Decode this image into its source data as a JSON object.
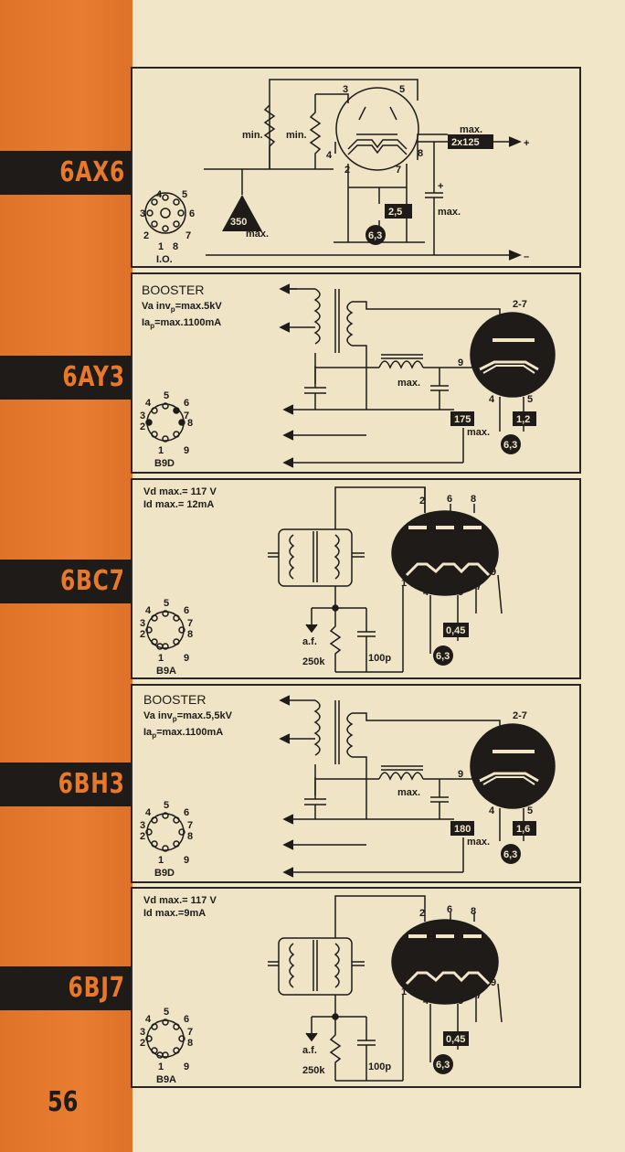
{
  "page_number": "56",
  "tubes": [
    {
      "name": "6AX6",
      "base": "I.O.",
      "pins": [
        "1",
        "2",
        "3",
        "4",
        "5",
        "6",
        "7",
        "8"
      ],
      "labels": {
        "anode_a": "3",
        "anode_b": "5",
        "pin4": "4",
        "pin2": "2",
        "pin7": "7",
        "pin8": "8",
        "min1": "min.",
        "min2": "min.",
        "max_out": "max.",
        "out_value": "2x125",
        "plus": "+",
        "minus": "–",
        "cap_plus": "+",
        "cap_max": "max.",
        "heater_v": "6,3",
        "heater_a": "2,5",
        "diode_v": "350",
        "diode_max": "max."
      }
    },
    {
      "name": "6AY3",
      "base": "B9D",
      "pins": [
        "1",
        "2",
        "3",
        "4",
        "5",
        "6",
        "7",
        "8",
        "9"
      ],
      "texts": {
        "title": "BOOSTER",
        "line1_a": "Va inv",
        "line1_sub": "p",
        "line1_b": "=max.5kV",
        "line2_a": "Ia",
        "line2_sub": "p",
        "line2_b": "=max.1100mA"
      },
      "labels": {
        "anode": "2-7",
        "cathode": "9",
        "pin4": "4",
        "pin5": "5",
        "coil_max": "max.",
        "box_v": "175",
        "box_max": "max.",
        "heater_a": "1,2",
        "heater_v": "6,3"
      }
    },
    {
      "name": "6BC7",
      "base": "B9A",
      "pins": [
        "1",
        "2",
        "3",
        "4",
        "5",
        "6",
        "7",
        "8",
        "9"
      ],
      "texts": {
        "line1": "Vd max.= 117 V",
        "line2": "Id max.= 12mA"
      },
      "labels": {
        "p2": "2",
        "p6": "6",
        "p8": "8",
        "p1": "1",
        "p4": "4",
        "p5": "5",
        "p7": "7",
        "p9": "9",
        "af": "a.f.",
        "res": "250k",
        "cap": "100p",
        "heater_a": "0,45",
        "heater_v": "6,3"
      }
    },
    {
      "name": "6BH3",
      "base": "B9D",
      "pins": [
        "1",
        "2",
        "3",
        "4",
        "5",
        "6",
        "7",
        "8",
        "9"
      ],
      "texts": {
        "title": "BOOSTER",
        "line1_a": "Va inv",
        "line1_sub": "p",
        "line1_b": "=max.5,5kV",
        "line2_a": "Ia",
        "line2_sub": "p",
        "line2_b": "=max.1100mA"
      },
      "labels": {
        "anode": "2-7",
        "cathode": "9",
        "pin4": "4",
        "pin5": "5",
        "coil_max": "max.",
        "box_v": "180",
        "box_max": "max.",
        "heater_a": "1,6",
        "heater_v": "6,3"
      }
    },
    {
      "name": "6BJ7",
      "base": "B9A",
      "pins": [
        "1",
        "2",
        "3",
        "4",
        "5",
        "6",
        "7",
        "8",
        "9"
      ],
      "texts": {
        "line1": "Vd max.= 117 V",
        "line2": "Id max.=9mA"
      },
      "labels": {
        "p2": "2",
        "p6": "6",
        "p8": "8",
        "p1": "1",
        "p4": "4",
        "p5": "5",
        "p7": "7",
        "p9": "9",
        "af": "a.f.",
        "res": "250k",
        "cap": "100p",
        "heater_a": "0,45",
        "heater_v": "6,3"
      }
    }
  ],
  "colors": {
    "accent": "#e8782a",
    "ink": "#1e1b19",
    "paper": "#f1e6c8"
  }
}
